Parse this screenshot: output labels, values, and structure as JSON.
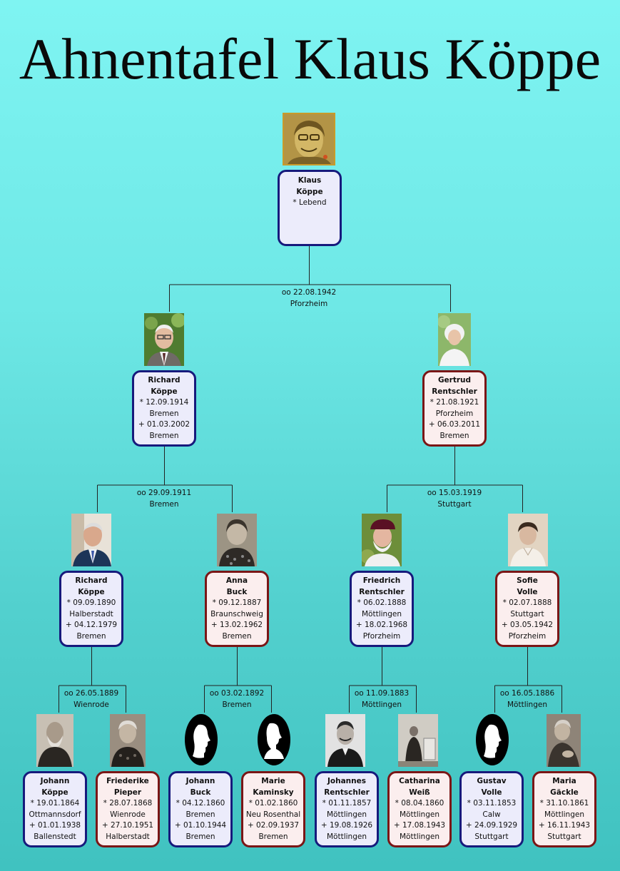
{
  "title": "Ahnentafel Klaus Köppe",
  "colors": {
    "male_border": "#161a7c",
    "male_fill": "#ececfb",
    "female_border": "#7a1616",
    "female_fill": "#fbeeee"
  },
  "people": {
    "klaus": {
      "first": "Klaus",
      "last": "Köppe",
      "l1": "* Lebend"
    },
    "richard1914": {
      "first": "Richard",
      "last": "Köppe",
      "l1": "* 12.09.1914",
      "l2": "Bremen",
      "l3": "+ 01.03.2002",
      "l4": "Bremen"
    },
    "gertrud": {
      "first": "Gertrud",
      "last": "Rentschler",
      "l1": "* 21.08.1921",
      "l2": "Pforzheim",
      "l3": "+ 06.03.2011",
      "l4": "Bremen"
    },
    "richard1890": {
      "first": "Richard",
      "last": "Köppe",
      "l1": "* 09.09.1890",
      "l2": "Halberstadt",
      "l3": "+ 04.12.1979",
      "l4": "Bremen"
    },
    "anna": {
      "first": "Anna",
      "last": "Buck",
      "l1": "* 09.12.1887",
      "l2": "Braunschweig",
      "l3": "+ 13.02.1962",
      "l4": "Bremen"
    },
    "friedrich": {
      "first": "Friedrich",
      "last": "Rentschler",
      "l1": "* 06.02.1888",
      "l2": "Möttlingen",
      "l3": "+ 18.02.1968",
      "l4": "Pforzheim"
    },
    "sofie": {
      "first": "Sofie",
      "last": "Volle",
      "l1": "* 02.07.1888",
      "l2": "Stuttgart",
      "l3": "+ 03.05.1942",
      "l4": "Pforzheim"
    },
    "johann_k": {
      "first": "Johann",
      "last": "Köppe",
      "l1": "* 19.01.1864",
      "l2": "Ottmannsdorf",
      "l3": "+ 01.01.1938",
      "l4": "Ballenstedt"
    },
    "friederike": {
      "first": "Friederike",
      "last": "Pieper",
      "l1": "* 28.07.1868",
      "l2": "Wienrode",
      "l3": "+ 27.10.1951",
      "l4": "Halberstadt"
    },
    "johann_b": {
      "first": "Johann",
      "last": "Buck",
      "l1": "* 04.12.1860",
      "l2": "Bremen",
      "l3": "+ 01.10.1944",
      "l4": "Bremen"
    },
    "marie": {
      "first": "Marie",
      "last": "Kaminsky",
      "l1": "* 01.02.1860",
      "l2": "Neu Rosenthal",
      "l3": "+ 02.09.1937",
      "l4": "Bremen"
    },
    "johannes": {
      "first": "Johannes",
      "last": "Rentschler",
      "l1": "* 01.11.1857",
      "l2": "Möttlingen",
      "l3": "+ 19.08.1926",
      "l4": "Möttlingen"
    },
    "catharina": {
      "first": "Catharina",
      "last": "Weiß",
      "l1": "* 08.04.1860",
      "l2": "Möttlingen",
      "l3": "+ 17.08.1943",
      "l4": "Möttlingen"
    },
    "gustav": {
      "first": "Gustav",
      "last": "Volle",
      "l1": "* 03.11.1853",
      "l2": "Calw",
      "l3": "+ 24.09.1929",
      "l4": "Stuttgart"
    },
    "maria": {
      "first": "Maria",
      "last": "Gäckle",
      "l1": "* 31.10.1861",
      "l2": "Möttlingen",
      "l3": "+ 16.11.1943",
      "l4": "Stuttgart"
    }
  },
  "marriages": {
    "m1": {
      "date": "oo 22.08.1942",
      "place": "Pforzheim"
    },
    "m2": {
      "date": "oo 29.09.1911",
      "place": "Bremen"
    },
    "m3": {
      "date": "oo 15.03.1919",
      "place": "Stuttgart"
    },
    "m4": {
      "date": "oo 26.05.1889",
      "place": "Wienrode"
    },
    "m5": {
      "date": "oo 03.02.1892",
      "place": "Bremen"
    },
    "m6": {
      "date": "oo 11.09.1883",
      "place": "Möttlingen"
    },
    "m7": {
      "date": "oo 16.05.1886",
      "place": "Möttlingen"
    }
  }
}
